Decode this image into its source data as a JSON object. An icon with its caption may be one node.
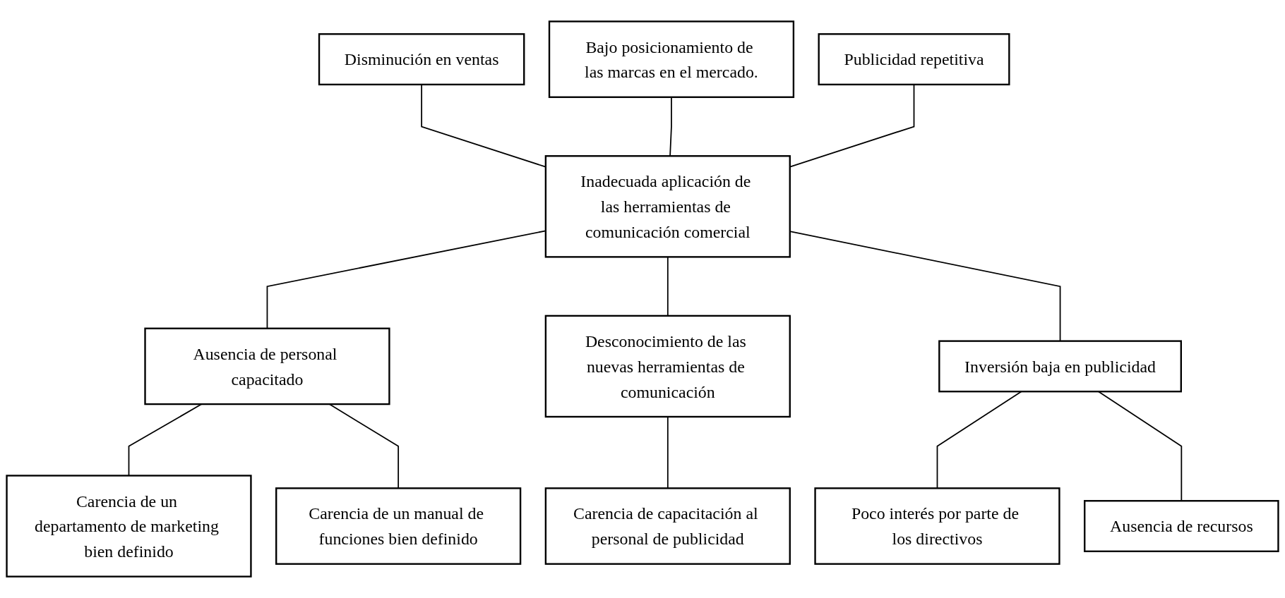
{
  "diagram": {
    "nodes": [
      {
        "text": [
          "Disminución en ventas"
        ]
      },
      {
        "text": [
          "Bajo posicionamiento de las marcas en el mercado."
        ]
      },
      {
        "text": [
          "Publicidad repetitiva"
        ]
      },
      {
        "text": [
          "Inadecuada aplicación de las herramientas de comunicación comercial"
        ]
      },
      {
        "text": [
          "Ausencia de personal capacitado"
        ]
      },
      {
        "text": [
          "Desconocimiento de las nuevas herramientas de comunicación"
        ]
      },
      {
        "text": [
          "Inversión baja en publicidad"
        ]
      },
      {
        "text": [
          "Carencia de un departamento de marketing bien definido"
        ]
      },
      {
        "text": [
          "Carencia de un manual de funciones bien definido"
        ]
      },
      {
        "text": [
          "Carencia de capacitación al personal de publicidad"
        ]
      },
      {
        "text": [
          "Poco interés por parte de los directivos"
        ]
      },
      {
        "text": [
          "Ausencia de recursos"
        ]
      }
    ],
    "edges": [
      {
        "from": 0,
        "to": 3,
        "arrow": "none"
      },
      {
        "from": 1,
        "to": 3,
        "arrow": "none"
      },
      {
        "from": 2,
        "to": 3,
        "arrow": "none"
      },
      {
        "from": 3,
        "to": 4,
        "arrow": "none"
      },
      {
        "from": 3,
        "to": 5,
        "arrow": "none"
      },
      {
        "from": 3,
        "to": 6,
        "arrow": "none"
      },
      {
        "from": 4,
        "to": 7,
        "arrow": "none"
      },
      {
        "from": 4,
        "to": 8,
        "arrow": "none"
      },
      {
        "from": 5,
        "to": 9,
        "arrow": "none"
      },
      {
        "from": 6,
        "to": 10,
        "arrow": "none"
      },
      {
        "from": 6,
        "to": 11,
        "arrow": "none"
      }
    ]
  }
}
